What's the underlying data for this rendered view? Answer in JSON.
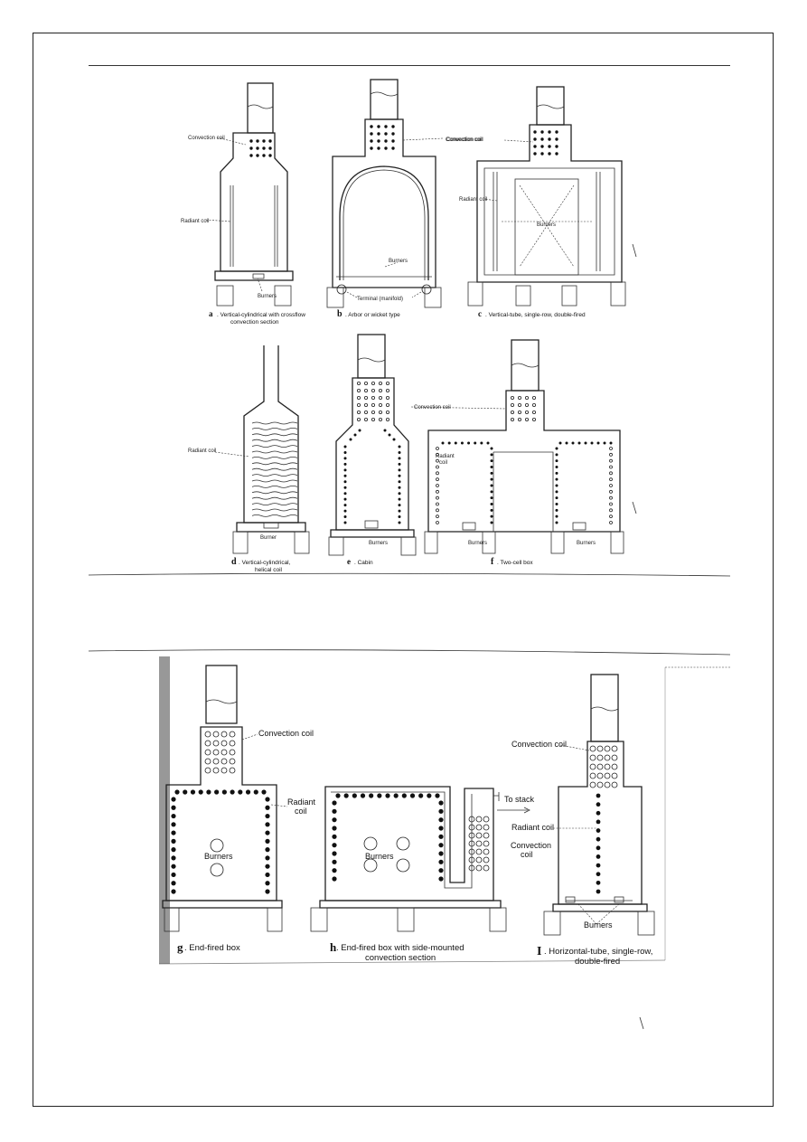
{
  "top_row": {
    "a": {
      "letter": "a",
      "caption_line1": ". Vertical-cylindrical with crossflow",
      "caption_line2": "convection section",
      "label_convection": "Convection coil",
      "label_radiant": "Radiant coil",
      "label_burners": "Burners"
    },
    "b": {
      "letter": "b",
      "caption_line1": ". Arbor or wicket type",
      "label_convection": "Convection coil",
      "label_burners": "Burners",
      "label_terminal": "Terminal (manifold)"
    },
    "c": {
      "letter": "c",
      "caption_line1": ". Vertical-tube, single-row, double-fired",
      "label_convection": "Convection coil",
      "label_radiant": "Radiant coil",
      "label_burners": "Burners"
    }
  },
  "middle_row": {
    "d": {
      "letter": "d",
      "caption_line1": ". Vertical-cylindrical,",
      "caption_line2": "helical coil",
      "label_radiant": "Radiant coil",
      "label_burners": "Burner"
    },
    "e": {
      "letter": "e",
      "caption_line1": ". Cabin",
      "label_burners": "Burners"
    },
    "f": {
      "letter": "f",
      "caption_line1": ". Two-cell box",
      "label_convection": "Convection coil",
      "label_radiant_1": "Radiant",
      "label_radiant_2": "coil",
      "label_burners_1": "Burners",
      "label_burners_2": "Burners"
    }
  },
  "bottom_row": {
    "g": {
      "letter": "g",
      "caption_line1": ". End-fired box",
      "label_convection": "Convection coil",
      "label_radiant_1": "Radiant",
      "label_radiant_2": "coil",
      "label_burners": "Burners"
    },
    "h": {
      "letter": "h",
      "caption_line1": ". End-fired box with side-mounted",
      "caption_line2": "convection section",
      "label_to_stack": "To stack",
      "label_burners": "Burners",
      "label_convection_1": "Convection",
      "label_convection_2": "coil"
    },
    "i": {
      "letter": "I",
      "caption_line1": ". Horizontal-tube, single-row,",
      "caption_line2": "double-fired",
      "label_convection": "Convection coil",
      "label_radiant": "Radiant coil",
      "label_burners": "Burners"
    }
  },
  "colors": {
    "ink": "#111111",
    "paper": "#ffffff",
    "edge_shadow": "#444444"
  }
}
